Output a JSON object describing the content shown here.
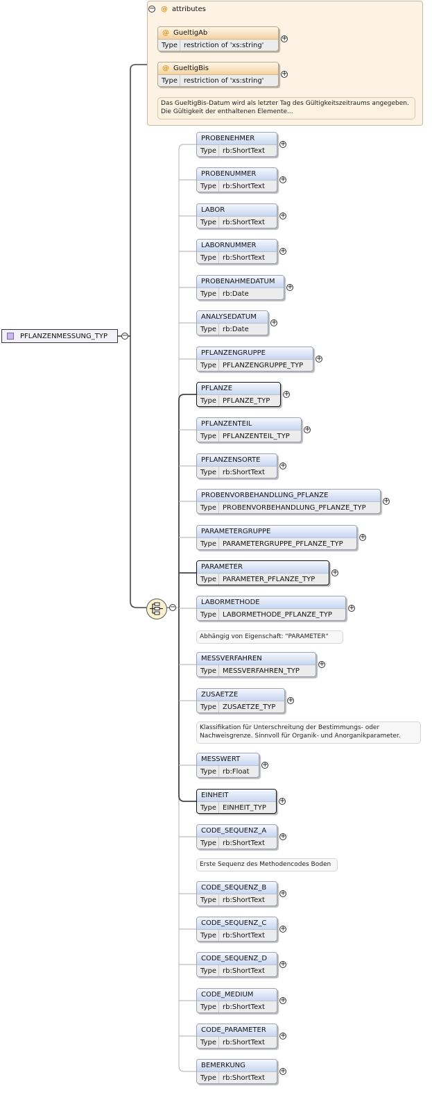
{
  "root": {
    "label": "PFLANZENMESSUNG_TYP",
    "icon": "complex-type-icon"
  },
  "attributes": {
    "title": "attributes",
    "toggle": "−",
    "items": [
      {
        "name": "GueltigAb",
        "type_key": "Type",
        "type": "restriction of 'xs:string'"
      },
      {
        "name": "GueltigBis",
        "type_key": "Type",
        "type": "restriction of 'xs:string'"
      }
    ],
    "note": "Das GueltigBis-Datum wird als letzter Tag des Gültigkeitszeitraums angegeben. Die Gültigkeit der enthaltenen Elemente..."
  },
  "sequence_icon": "sequence-icon",
  "elements": [
    {
      "name": "PROBENEHMER",
      "type_key": "Type",
      "type": "rb:ShortText",
      "bold": false
    },
    {
      "name": "PROBENUMMER",
      "type_key": "Type",
      "type": "rb:ShortText",
      "bold": false
    },
    {
      "name": "LABOR",
      "type_key": "Type",
      "type": "rb:ShortText",
      "bold": false
    },
    {
      "name": "LABORNUMMER",
      "type_key": "Type",
      "type": "rb:ShortText",
      "bold": false
    },
    {
      "name": "PROBENAHMEDATUM",
      "type_key": "Type",
      "type": "rb:Date",
      "bold": false
    },
    {
      "name": "ANALYSEDATUM",
      "type_key": "Type",
      "type": "rb:Date",
      "bold": false
    },
    {
      "name": "PFLANZENGRUPPE",
      "type_key": "Type",
      "type": "PFLANZENGRUPPE_TYP",
      "bold": false
    },
    {
      "name": "PFLANZE",
      "type_key": "Type",
      "type": "PFLANZE_TYP",
      "bold": true
    },
    {
      "name": "PFLANZENTEIL",
      "type_key": "Type",
      "type": "PFLANZENTEIL_TYP",
      "bold": false
    },
    {
      "name": "PFLANZENSORTE",
      "type_key": "Type",
      "type": "rb:ShortText",
      "bold": false
    },
    {
      "name": "PROBENVORBEHANDLUNG_PFLANZE",
      "type_key": "Type",
      "type": "PROBENVORBEHANDLUNG_PFLANZE_TYP",
      "bold": false
    },
    {
      "name": "PARAMETERGRUPPE",
      "type_key": "Type",
      "type": "PARAMETERGRUPPE_PFLANZE_TYP",
      "bold": false
    },
    {
      "name": "PARAMETER",
      "type_key": "Type",
      "type": "PARAMETER_PFLANZE_TYP",
      "bold": true
    },
    {
      "name": "LABORMETHODE",
      "type_key": "Type",
      "type": "LABORMETHODE_PFLANZE_TYP",
      "bold": false,
      "note": "Abhängig von Eigenschaft: \"PARAMETER\""
    },
    {
      "name": "MESSVERFAHREN",
      "type_key": "Type",
      "type": "MESSVERFAHREN_TYP",
      "bold": false
    },
    {
      "name": "ZUSAETZE",
      "type_key": "Type",
      "type": "ZUSAETZE_TYP",
      "bold": false,
      "note": "Klassifikation für Unterschreitung der Bestimmungs- oder Nachweisgrenze. Sinnvoll für Organik- und Anorganikparameter."
    },
    {
      "name": "MESSWERT",
      "type_key": "Type",
      "type": "rb:Float",
      "bold": false
    },
    {
      "name": "EINHEIT",
      "type_key": "Type",
      "type": "EINHEIT_TYP",
      "bold": true
    },
    {
      "name": "CODE_SEQUENZ_A",
      "type_key": "Type",
      "type": "rb:ShortText",
      "bold": false,
      "note": "Erste Sequenz des Methodencodes Boden"
    },
    {
      "name": "CODE_SEQUENZ_B",
      "type_key": "Type",
      "type": "rb:ShortText",
      "bold": false
    },
    {
      "name": "CODE_SEQUENZ_C",
      "type_key": "Type",
      "type": "rb:ShortText",
      "bold": false
    },
    {
      "name": "CODE_SEQUENZ_D",
      "type_key": "Type",
      "type": "rb:ShortText",
      "bold": false
    },
    {
      "name": "CODE_MEDIUM",
      "type_key": "Type",
      "type": "rb:ShortText",
      "bold": false
    },
    {
      "name": "CODE_PARAMETER",
      "type_key": "Type",
      "type": "rb:ShortText",
      "bold": false
    },
    {
      "name": "BEMERKUNG",
      "type_key": "Type",
      "type": "rb:ShortText",
      "bold": false
    }
  ],
  "expand_symbol": "+",
  "collapse_symbol": "−"
}
